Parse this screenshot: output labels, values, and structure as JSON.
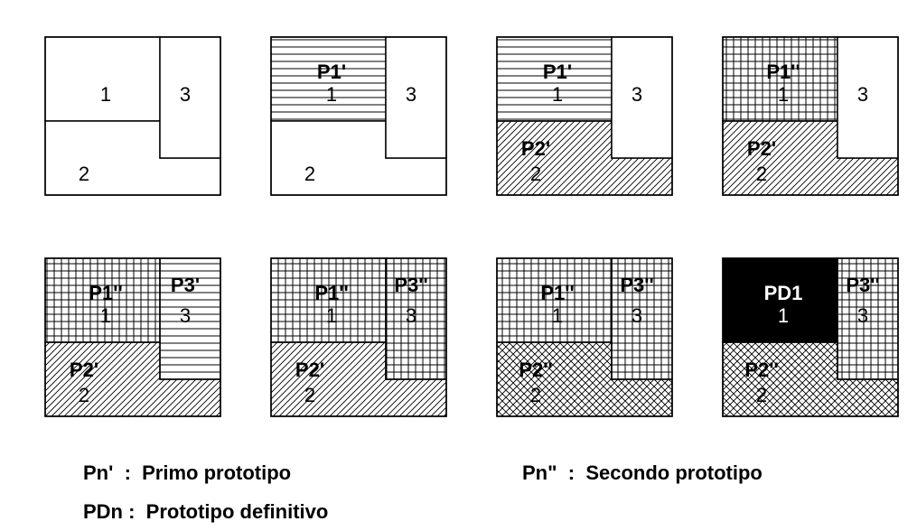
{
  "panels": [
    {
      "regions": [
        {
          "id": "1",
          "proto": "",
          "fill": "none"
        },
        {
          "id": "2",
          "proto": "",
          "fill": "none"
        },
        {
          "id": "3",
          "proto": "",
          "fill": "none"
        }
      ]
    },
    {
      "regions": [
        {
          "id": "1",
          "proto": "P1'",
          "fill": "hlines"
        },
        {
          "id": "2",
          "proto": "",
          "fill": "none"
        },
        {
          "id": "3",
          "proto": "",
          "fill": "none"
        }
      ]
    },
    {
      "regions": [
        {
          "id": "1",
          "proto": "P1'",
          "fill": "hlines"
        },
        {
          "id": "2",
          "proto": "P2'",
          "fill": "diag"
        },
        {
          "id": "3",
          "proto": "",
          "fill": "none"
        }
      ]
    },
    {
      "regions": [
        {
          "id": "1",
          "proto": "P1''",
          "fill": "grid"
        },
        {
          "id": "2",
          "proto": "P2'",
          "fill": "diag"
        },
        {
          "id": "3",
          "proto": "",
          "fill": "none"
        }
      ]
    },
    {
      "regions": [
        {
          "id": "1",
          "proto": "P1''",
          "fill": "grid"
        },
        {
          "id": "2",
          "proto": "P2'",
          "fill": "diag"
        },
        {
          "id": "3",
          "proto": "P3'",
          "fill": "hlines"
        }
      ]
    },
    {
      "regions": [
        {
          "id": "1",
          "proto": "P1''",
          "fill": "grid"
        },
        {
          "id": "2",
          "proto": "P2'",
          "fill": "diag"
        },
        {
          "id": "3",
          "proto": "P3''",
          "fill": "grid"
        }
      ]
    },
    {
      "regions": [
        {
          "id": "1",
          "proto": "P1''",
          "fill": "grid"
        },
        {
          "id": "2",
          "proto": "P2''",
          "fill": "cross"
        },
        {
          "id": "3",
          "proto": "P3''",
          "fill": "grid"
        }
      ]
    },
    {
      "regions": [
        {
          "id": "1",
          "proto": "PD1",
          "fill": "solid"
        },
        {
          "id": "2",
          "proto": "P2''",
          "fill": "cross"
        },
        {
          "id": "3",
          "proto": "P3''",
          "fill": "grid"
        }
      ]
    }
  ],
  "legend": {
    "first": "Pn'  :  Primo prototipo",
    "second": "Pn\"  :  Secondo prototipo",
    "definitive": "PDn :  Prototipo definitivo"
  }
}
